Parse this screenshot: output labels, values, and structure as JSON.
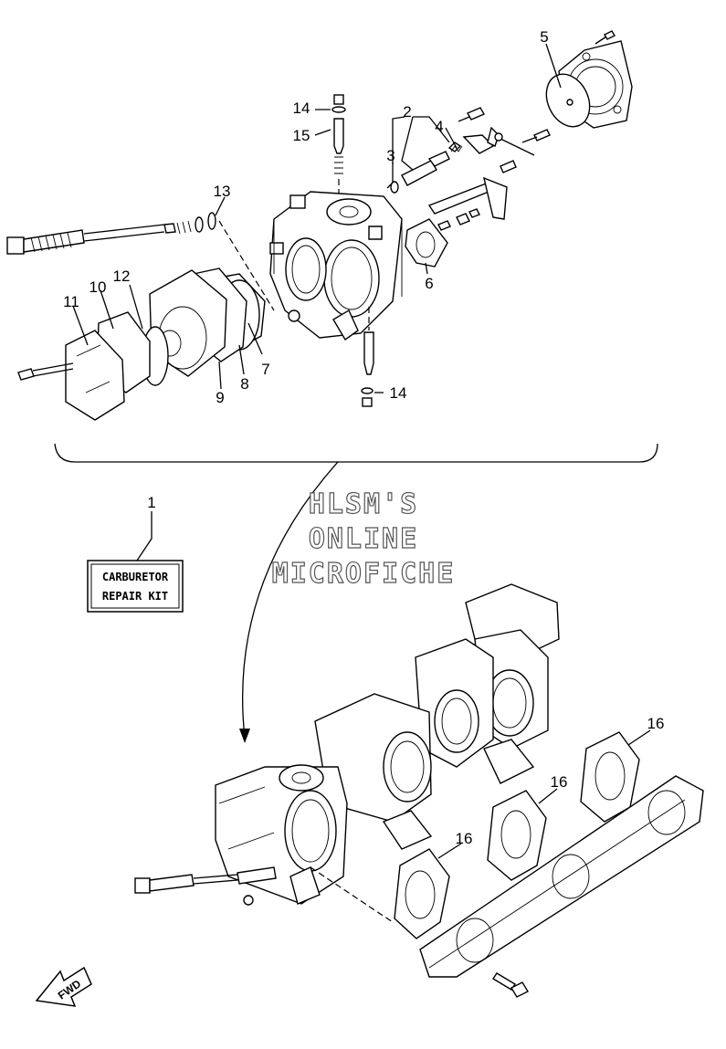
{
  "callouts": {
    "c1": "1",
    "c2": "2",
    "c3": "3",
    "c4": "4",
    "c5": "5",
    "c6": "6",
    "c7": "7",
    "c8": "8",
    "c9": "9",
    "c10": "10",
    "c11": "11",
    "c12": "12",
    "c13": "13",
    "c14a": "14",
    "c14b": "14",
    "c15": "15",
    "c16a": "16",
    "c16b": "16",
    "c16c": "16"
  },
  "repair_kit": {
    "line1": "CARBURETOR",
    "line2": "REPAIR KIT"
  },
  "watermark": {
    "line1": "HLSM'S",
    "line2": "ONLINE",
    "line3": "MICROFICHE"
  },
  "fwd_label": "FWD"
}
